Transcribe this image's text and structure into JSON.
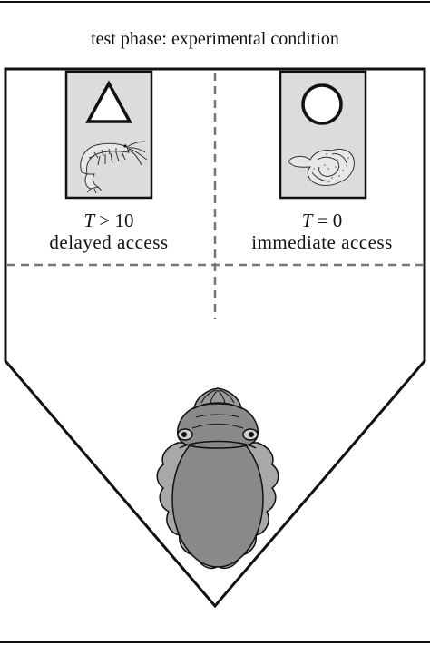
{
  "title": "test phase: experimental condition",
  "left_option": {
    "symbol": "triangle",
    "prey": "live shrimp",
    "time_var": "T",
    "time_rest": " > 10",
    "access": "delayed access"
  },
  "right_option": {
    "symbol": "circle",
    "prey": "crab meat",
    "time_var": "T",
    "time_rest": " = 0",
    "access": "immediate access"
  },
  "colors": {
    "card_fill": "#dcdcdc",
    "divider": "#777777",
    "cuttlefish_body": "#8a8a8a",
    "cuttlefish_fins": "#a8a8a8",
    "outline": "#111111"
  },
  "icons": {
    "left_symbol": "triangle-icon",
    "right_symbol": "circle-icon",
    "left_prey": "shrimp-icon",
    "right_prey": "crab-meat-icon",
    "animal": "cuttlefish-icon"
  }
}
